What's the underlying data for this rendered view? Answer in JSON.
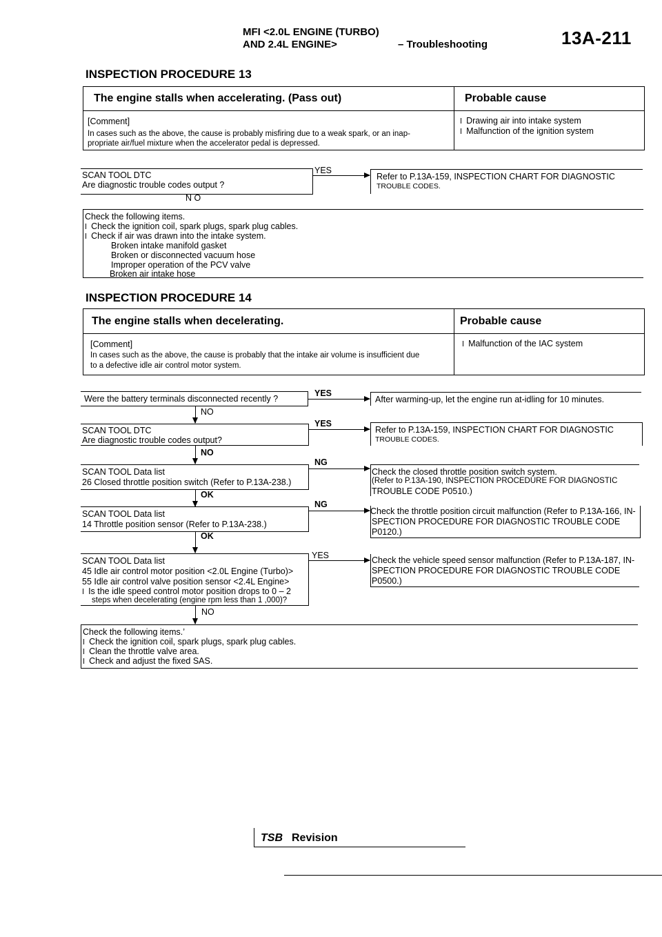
{
  "header": {
    "line1_prefix": "MFI",
    "line1_spec": "<2.0L",
    "line1_rest": "ENGINE (TURBO)",
    "line2_prefix": "AND",
    "line2_spec": "2.4L",
    "line2_rest": "ENGINE>",
    "section": "– Troubleshooting",
    "page_number": "13A-211"
  },
  "proc13": {
    "title": "INSPECTION PROCEDURE 13",
    "symptom": "The engine stalls when accelerating. (Pass out)",
    "probable_label": "Probable cause",
    "comment_label": "[Comment]",
    "comment_line1": "In cases such as the above, the cause is probably misfiring due to a weak spark, or an inap-",
    "comment_line2": "propriate air/fuel mixture when the accelerator pedal is depressed.",
    "causes": [
      "Drawing air into intake system",
      "Malfunction of the ignition system"
    ],
    "dtc_step_line1": "SCAN TOOL DTC",
    "dtc_step_line2": "Are diagnostic trouble codes output ?",
    "yes": "YES",
    "no": "N O",
    "dtc_ref_line1": "Refer to P.13A-159, INSPECTION CHART FOR DIAGNOSTIC",
    "dtc_ref_line2": "TROUBLE CODES.",
    "check_title": "Check the following items.",
    "check_items": [
      "Check the ignition coil, spark plugs, spark plug cables.",
      "Check if air was drawn into the intake system."
    ],
    "sub_items": [
      "Broken intake manifold gasket",
      "Broken or disconnected vacuum hose",
      "Improper operation of the PCV valve",
      "Broken air intake hose"
    ]
  },
  "proc14": {
    "title": "INSPECTION PROCEDURE 14",
    "symptom": "The engine stalls when decelerating.",
    "probable_label": "Probable cause",
    "comment_label": "[Comment]",
    "comment_line1": "In cases such as the above, the cause is probably that the intake air volume is insufficient due",
    "comment_line2": "to a defective idle air control motor system.",
    "causes": [
      "Malfunction of the IAC system"
    ],
    "steps": [
      {
        "q1": "Were the battery terminals disconnected recently ?",
        "q2": "",
        "branch": "YES",
        "down": "NO",
        "r1": "After warming-up, let the engine run at-idling for 10 minutes.",
        "r2": "",
        "r3": ""
      },
      {
        "q1": "SCAN TOOL DTC",
        "q2": "Are diagnostic trouble codes output?",
        "branch": "YES",
        "down": "NO",
        "r1": "Refer to P.13A-159, INSPECTION CHART FOR DIAGNOSTIC",
        "r2": "TROUBLE CODES.",
        "r3": ""
      },
      {
        "q1": "SCAN TOOL Data list",
        "q2": "26 Closed throttle position switch (Refer to P.13A-238.)",
        "branch": "NG",
        "down": "OK",
        "r1": "Check the closed throttle position switch system.",
        "r2": "(Refer to P.13A-190, INSPECTION PROCEDURE FOR DIAGNOSTIC",
        "r3": "TROUBLE CODE P0510.)"
      },
      {
        "q1": "SCAN TOOL Data list",
        "q2": "14 Throttle position sensor (Refer to P.13A-238.)",
        "branch": "NG",
        "down": "OK",
        "r1": "Check the throttle position circuit malfunction (Refer to P.13A-166, IN-",
        "r2": "SPECTION PROCEDURE FOR DIAGNOSTIC TROUBLE CODE",
        "r3": "P0120.)"
      }
    ],
    "iac_step": {
      "q1": "SCAN TOOL Data list",
      "q2": "45 Idle air control motor position <2.0L Engine (Turbo)>",
      "q3": "55 Idle air control valve position sensor <2.4L Engine>",
      "q4": "Is the idle speed control motor position drops to 0 – 2",
      "q5": "steps when decelerating (engine rpm less than 1 ,000)?",
      "branch": "YES",
      "down": "NO",
      "r1": "Check the vehicle speed sensor malfunction (Refer to P.13A-187, IN-",
      "r2": "SPECTION PROCEDURE FOR DIAGNOSTIC TROUBLE CODE",
      "r3": "P0500.)"
    },
    "final_title": "Check the following items.’",
    "final_items": [
      "Check the ignition coil, spark plugs, spark plug cables.",
      "Clean the throttle valve area.",
      "Check and adjust the fixed SAS."
    ]
  },
  "footer": {
    "tsb": "TSB",
    "revision": "Revision"
  }
}
